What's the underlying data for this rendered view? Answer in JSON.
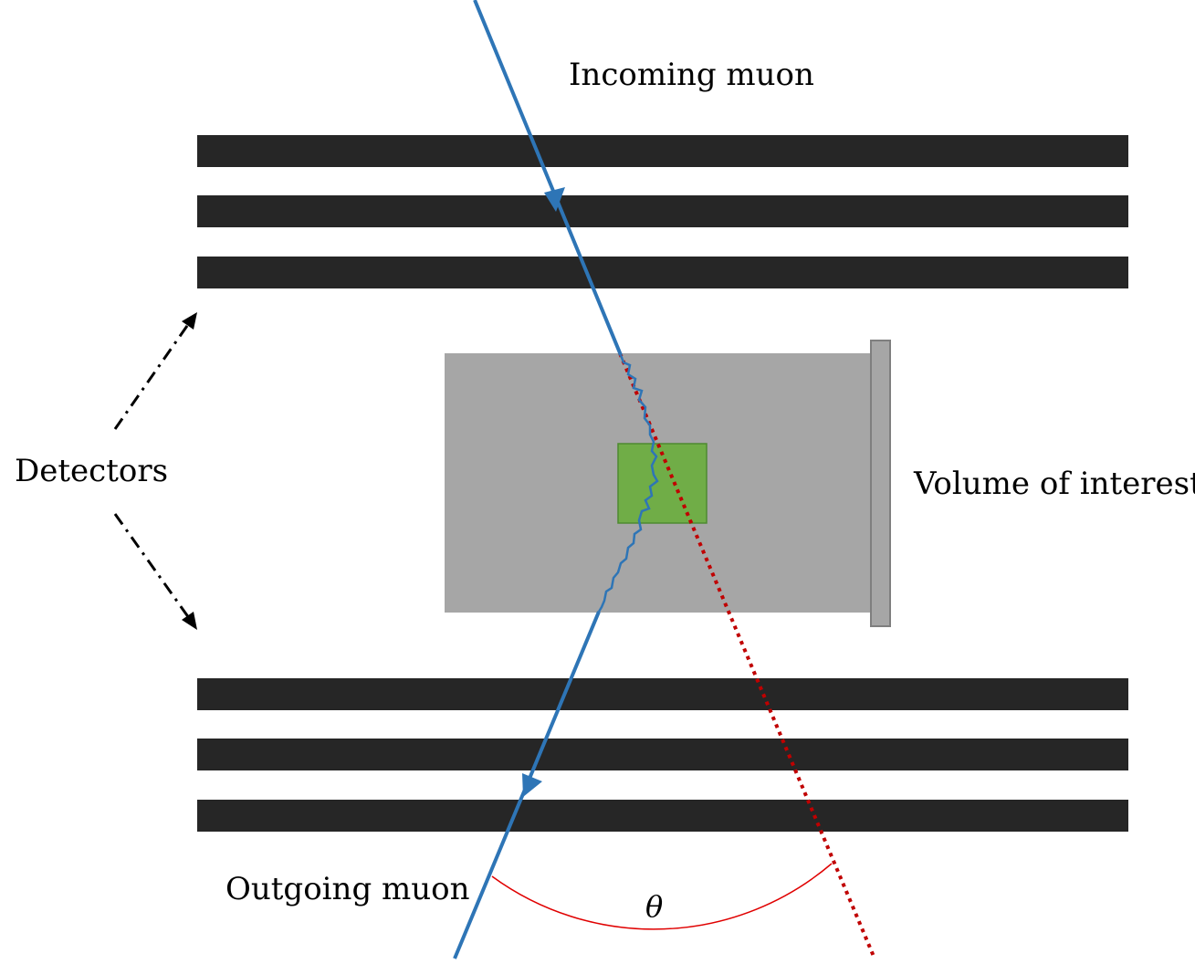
{
  "labels": {
    "incoming": "Incoming muon",
    "outgoing": "Outgoing muon",
    "detectors": "Detectors",
    "volume": "Volume of interest",
    "theta": "θ"
  },
  "colors": {
    "detector": "#262626",
    "volume": "#a6a6a6",
    "volume_plate": "#a6a6a6",
    "target": "#70ad47",
    "target_border": "#4e8a30",
    "track": "#2e75b6",
    "extrapolation": "#c00000",
    "angle_arc": "#e00000",
    "arrow_dashdot": "#000000"
  },
  "icons": {
    "incoming_arrowhead": "arrowhead-icon",
    "outgoing_arrowhead": "arrowhead-icon"
  }
}
